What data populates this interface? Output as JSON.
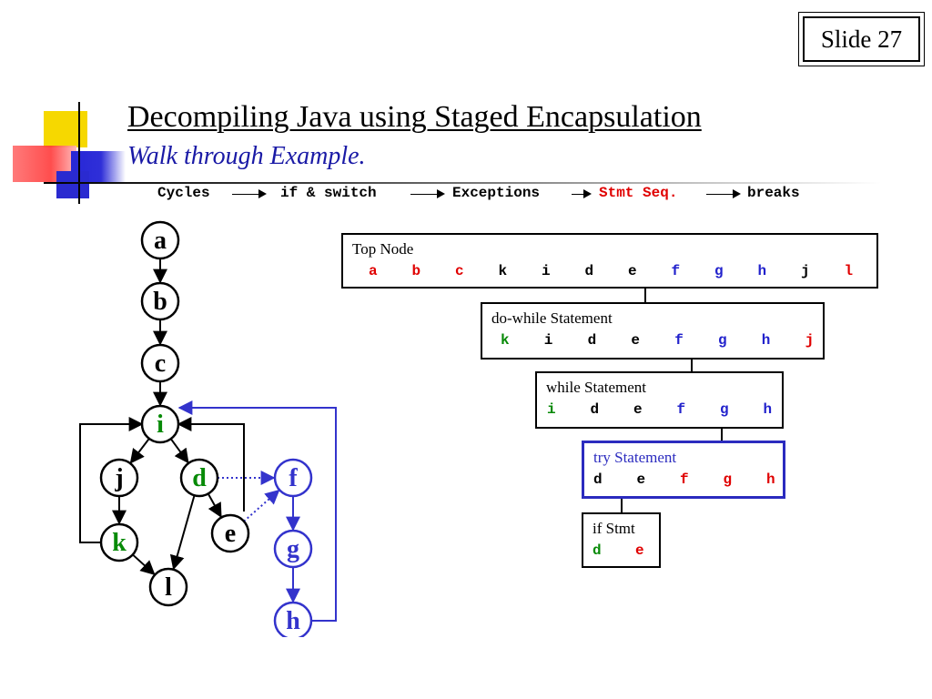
{
  "slide": {
    "badge": "Slide 27"
  },
  "header": {
    "title": "Decompiling Java using Staged Encapsulation",
    "subtitle": "Walk through Example."
  },
  "phases": [
    {
      "label": "Cycles",
      "active": false
    },
    {
      "label": "if & switch",
      "active": false
    },
    {
      "label": "Exceptions",
      "active": false
    },
    {
      "label": "Stmt Seq.",
      "active": true
    },
    {
      "label": "breaks",
      "active": false
    }
  ],
  "graph": {
    "nodes": [
      {
        "id": "a",
        "label": "a",
        "color": "black"
      },
      {
        "id": "b",
        "label": "b",
        "color": "black"
      },
      {
        "id": "c",
        "label": "c",
        "color": "black"
      },
      {
        "id": "i",
        "label": "i",
        "color": "green"
      },
      {
        "id": "j",
        "label": "j",
        "color": "black"
      },
      {
        "id": "d",
        "label": "d",
        "color": "green"
      },
      {
        "id": "k",
        "label": "k",
        "color": "green"
      },
      {
        "id": "e",
        "label": "e",
        "color": "black"
      },
      {
        "id": "l",
        "label": "l",
        "color": "black"
      },
      {
        "id": "f",
        "label": "f",
        "color": "blue"
      },
      {
        "id": "g",
        "label": "g",
        "color": "blue"
      },
      {
        "id": "h",
        "label": "h",
        "color": "blue"
      }
    ],
    "edges": [
      {
        "from": "a",
        "to": "b",
        "style": "solid"
      },
      {
        "from": "b",
        "to": "c",
        "style": "solid"
      },
      {
        "from": "c",
        "to": "i",
        "style": "solid"
      },
      {
        "from": "i",
        "to": "j",
        "style": "solid"
      },
      {
        "from": "i",
        "to": "d",
        "style": "solid"
      },
      {
        "from": "j",
        "to": "k",
        "style": "solid"
      },
      {
        "from": "k",
        "to": "l",
        "style": "solid"
      },
      {
        "from": "d",
        "to": "l",
        "style": "solid"
      },
      {
        "from": "d",
        "to": "e",
        "style": "solid"
      },
      {
        "from": "k",
        "to": "i",
        "style": "back-edge"
      },
      {
        "from": "e",
        "to": "i",
        "style": "back-edge"
      },
      {
        "from": "d",
        "to": "f",
        "style": "dotted-blue"
      },
      {
        "from": "e",
        "to": "f",
        "style": "dotted-blue"
      },
      {
        "from": "f",
        "to": "g",
        "style": "solid-blue"
      },
      {
        "from": "g",
        "to": "h",
        "style": "solid-blue"
      },
      {
        "from": "h",
        "to": "i",
        "style": "back-edge-blue"
      }
    ]
  },
  "colors": {
    "black": "#000000",
    "green": "#078a07",
    "blue": "#3333cc",
    "red": "#e00000",
    "seqblue": "#2222cc",
    "subtitle": "#1a1aa6"
  },
  "tree": [
    {
      "id": "top",
      "title": "Top Node",
      "highlight": false,
      "items": [
        {
          "t": "a",
          "c": "red"
        },
        {
          "t": "b",
          "c": "red"
        },
        {
          "t": "c",
          "c": "red"
        },
        {
          "t": "k",
          "c": "black"
        },
        {
          "t": "i",
          "c": "black"
        },
        {
          "t": "d",
          "c": "black"
        },
        {
          "t": "e",
          "c": "black"
        },
        {
          "t": "f",
          "c": "seqblue"
        },
        {
          "t": "g",
          "c": "seqblue"
        },
        {
          "t": "h",
          "c": "seqblue"
        },
        {
          "t": "j",
          "c": "black"
        },
        {
          "t": "l",
          "c": "red"
        }
      ]
    },
    {
      "id": "dowhile",
      "title": "do-while Statement",
      "highlight": false,
      "items": [
        {
          "t": "k",
          "c": "green"
        },
        {
          "t": "i",
          "c": "black"
        },
        {
          "t": "d",
          "c": "black"
        },
        {
          "t": "e",
          "c": "black"
        },
        {
          "t": "f",
          "c": "seqblue"
        },
        {
          "t": "g",
          "c": "seqblue"
        },
        {
          "t": "h",
          "c": "seqblue"
        },
        {
          "t": "j",
          "c": "red"
        }
      ]
    },
    {
      "id": "while",
      "title": "while Statement",
      "highlight": false,
      "items": [
        {
          "t": "i",
          "c": "green"
        },
        {
          "t": "d",
          "c": "black"
        },
        {
          "t": "e",
          "c": "black"
        },
        {
          "t": "f",
          "c": "seqblue"
        },
        {
          "t": "g",
          "c": "seqblue"
        },
        {
          "t": "h",
          "c": "seqblue"
        }
      ]
    },
    {
      "id": "try",
      "title": "try Statement",
      "highlight": true,
      "items": [
        {
          "t": "d",
          "c": "black"
        },
        {
          "t": "e",
          "c": "black"
        },
        {
          "t": "f",
          "c": "red"
        },
        {
          "t": "g",
          "c": "red"
        },
        {
          "t": "h",
          "c": "red"
        }
      ]
    },
    {
      "id": "if",
      "title": "if Stmt",
      "highlight": false,
      "items": [
        {
          "t": "d",
          "c": "green"
        },
        {
          "t": "e",
          "c": "red"
        }
      ]
    }
  ]
}
